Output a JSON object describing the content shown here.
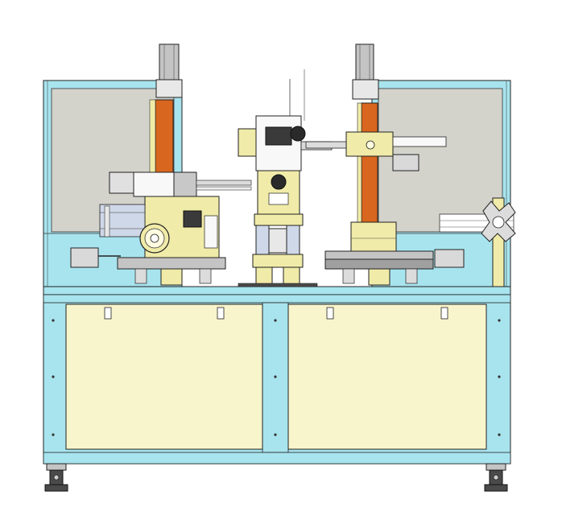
{
  "drawing": {
    "view": "front elevation",
    "machine": {
      "frame_color": "#a8e4ee",
      "cabinet_panel_color": "#f8f5cc",
      "side_panel_color": "#d3d3cc",
      "module_color": "#f0eba8",
      "column_accent_color": "#d8661e",
      "steel_color": "#c4c4c4",
      "dark_steel_color": "#4a4a4a"
    },
    "assemblies": [
      {
        "name": "left-vertical-axis",
        "icon": "linear-actuator-icon"
      },
      {
        "name": "right-vertical-axis",
        "icon": "linear-actuator-icon"
      },
      {
        "name": "left-feeder-head",
        "icon": "gear-icon"
      },
      {
        "name": "center-press-station",
        "icon": "press-icon"
      },
      {
        "name": "right-transfer-arm",
        "icon": "gripper-icon"
      },
      {
        "name": "monitor-mount-arm",
        "icon": "vesa-bracket-icon"
      },
      {
        "name": "cabinet-doors",
        "icon": "door-icon",
        "count": 2
      },
      {
        "name": "leveling-feet",
        "icon": "caster-icon",
        "count": 2
      }
    ]
  }
}
